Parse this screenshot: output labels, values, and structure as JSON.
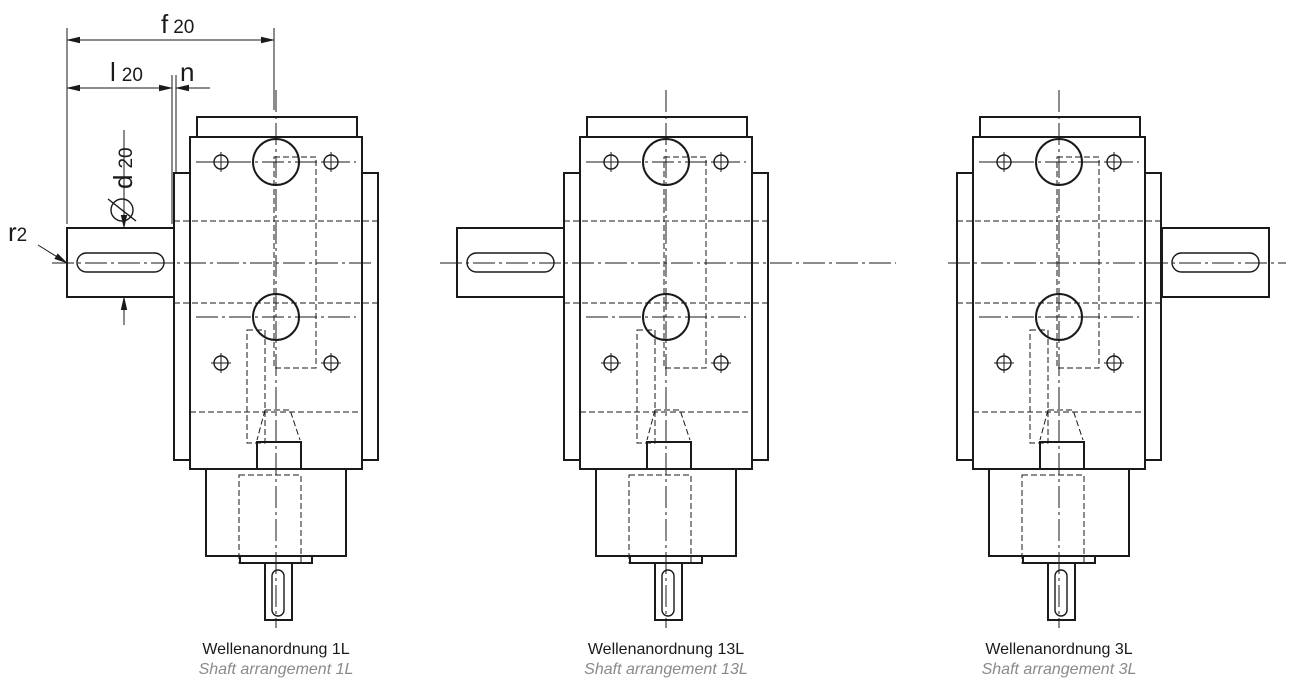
{
  "dimensions": {
    "f": "f",
    "f_sub": "20",
    "l": "l",
    "l_sub": "20",
    "n": "n",
    "d": "d",
    "d_sub": "20",
    "r": "r",
    "r_sub": "2"
  },
  "views": [
    {
      "id": "1L",
      "caption_de": "Wellenanordnung 1L",
      "caption_en": "Shaft arrangement 1L"
    },
    {
      "id": "13L",
      "caption_de": "Wellenanordnung 13L",
      "caption_en": "Shaft arrangement 13L"
    },
    {
      "id": "3L",
      "caption_de": "Wellenanordnung 3L",
      "caption_en": "Shaft arrangement 3L"
    }
  ]
}
